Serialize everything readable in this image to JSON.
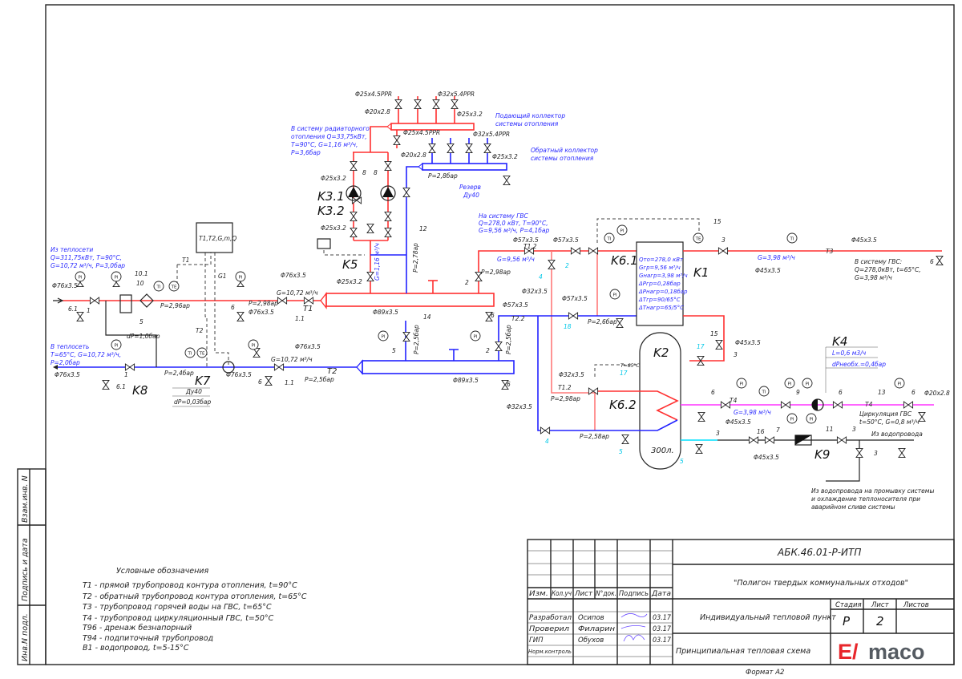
{
  "symbols": {
    "pi": "PI",
    "ti": "TI",
    "te": "TE"
  },
  "diagram": {
    "from_network": [
      "Из теплосети",
      "Q=311,75кВт, T=90°C,",
      "G=10,72 м³/ч, P=3,0бар"
    ],
    "to_network": [
      "В теплосеть",
      "T=65°C, G=10,72 м³/ч,",
      "P=2,0бар"
    ],
    "radiator": [
      "В систему радиаторного",
      "отопления Q=33,75кВт,",
      "T=90°C, G=1,16 м³/ч,",
      "P=3,6бар"
    ],
    "gvs_supply": [
      "На систему ГВС",
      "Q=278,0 кВт, T=90°C,",
      "G=9,56 м³/ч, P=4,1бар"
    ],
    "gvs_out": [
      "В систему ГВС:",
      "Q=278,0кВт, t=65°C,",
      "G=3,98 м³/ч"
    ],
    "circulation": [
      "Циркуляция ГВС",
      "t=50°C, G=0,8 м³/ч"
    ],
    "water_in": "Из водопровода",
    "flush_note": [
      "Из водопровода на промывку системы",
      "и охлаждение теплоносителя при",
      "аварийном сливе системы"
    ],
    "supply_collector": [
      "Подающий коллектор",
      "системы отопления"
    ],
    "return_collector": [
      "Обратный коллектор",
      "системы отопления"
    ],
    "reserve": [
      "Резерв",
      "Ду40"
    ],
    "k1_params": [
      "Qто=278,0 кВт",
      "Gгр=9,56 м³/ч",
      "Gнагр=3,98 м³/ч",
      "ΔPгр=0,28бар",
      "ΔPнагр=0,18бар",
      "ΔTгр=90/65°C",
      "ΔTнагр=65/5°C"
    ],
    "k4_params": [
      "L=0,6 м3/ч",
      "dPнеобх.=0,4бар"
    ],
    "k7_params": [
      "Ду40",
      "dP=0,03бар"
    ],
    "meter_box": "T1,T2,G,m,Q",
    "tank_volume": "300л.",
    "tags": {
      "k1": "K1",
      "k2": "K2",
      "k31": "K3.1",
      "k32": "K3.2",
      "k4": "K4",
      "k5": "K5",
      "k61": "K6.1",
      "k62": "K6.2",
      "k7": "K7",
      "k8": "K8",
      "k9": "K9"
    },
    "pipes": {
      "d76": "Φ76x3.5",
      "d89": "Φ89x3.5",
      "d57": "Φ57x3.5",
      "d45": "Φ45x3.5",
      "d32": "Φ32x3.5",
      "d25": "Φ25x3.2",
      "d20": "Φ20x2.8",
      "d25ppr": "Φ25x4.5PPR",
      "d32ppr": "Φ32x5.4PPR"
    },
    "flows": {
      "g1072": "G=10,72 м³/ч",
      "g956": "G=9,56 м³/ч",
      "g398": "G=3,98 м³/ч",
      "g116": "G=1,16 м³/ч"
    },
    "pressures": {
      "p298": "P=2,98ар",
      "p298b": "P=2,98ар",
      "p24": "P=2,4бар",
      "p25": "P=2,5бар",
      "p28": "P=2,8бар",
      "p278": "P=2,78ар",
      "p296": "P=2,96ар",
      "p26": "P=2,6бар",
      "p25b": "P=2,5бар",
      "p298c": "P=2,98ар",
      "p258": "P=2,58ар",
      "p25c": "P=2,5бар",
      "p25d": "P=2,5бар",
      "dp10": "dP=1,0бар",
      "t65": "T=65°C"
    },
    "lines": {
      "t1": "T1",
      "t2": "T2",
      "t3": "T3",
      "t4": "T4",
      "t12": "T1.2",
      "t22": "T2.2",
      "g1": "G1",
      "t1d": "T1",
      "t2d": "T2",
      "t12b": "T1.2",
      "t4b": "T4"
    },
    "pos": {
      "n1": "1",
      "n11": "1.1",
      "n61": "6.1",
      "n10": "10",
      "n101": "10.1",
      "n5": "5",
      "n6": "6",
      "n2": "2",
      "n3": "3",
      "n4": "4",
      "n7": "7",
      "n9": "9",
      "n11b": "11",
      "n12": "12",
      "n13": "13",
      "n14": "14",
      "n15": "15",
      "n16": "16",
      "n17": "17",
      "n18": "18",
      "n8": "8"
    }
  },
  "legend": {
    "title": "Условные обозначения",
    "items": [
      "T1 - прямой трубопровод контура отопления, t=90°C",
      "T2 - обратный трубопровод контура отопления, t=65°C",
      "T3 - трубопровод горячей воды на ГВС, t=65°C",
      "T4 - трубопровод циркуляционный ГВС, t=50°C",
      "T96 - дренаж безнапорный",
      "T94 - подпиточный трубопровод",
      "B1 - водопровод, t=5-15°C"
    ]
  },
  "side_stamp": [
    "Взам.инв. N",
    "Подпись и дата",
    "Инв.N подл."
  ],
  "title_block": {
    "code": "АБК.46.01-Р-ИТП",
    "project": "\"Полигон твердых коммунальных отходов\"",
    "object": "Индивидуальный тепловой пункт",
    "sheet_name": "Принципиальная тепловая схема",
    "headers": [
      "Изм.",
      "Кол.уч",
      "Лист",
      "N°док.",
      "Подпись",
      "Дата"
    ],
    "stage_header": "Стадия",
    "sheet_header": "Лист",
    "sheets_header": "Листов",
    "stage": "Р",
    "sheet": "2",
    "roles": [
      {
        "role": "Разработал",
        "name": "Осипов",
        "date": "03.17"
      },
      {
        "role": "Проверил",
        "name": "Филарин",
        "date": "03.17"
      },
      {
        "role": "ГИП",
        "name": "Обухов",
        "date": "03.17"
      },
      {
        "role": "Норм.контроль",
        "name": "",
        "date": ""
      }
    ],
    "logo": "Elmaco",
    "format": "Формат А2"
  },
  "colors": {
    "supply": "#ff3030",
    "return": "#2222ff",
    "circulation": "#ff33ff",
    "cold": "#00e0ff",
    "logo_red": "#e8262b",
    "logo_gray": "#555b62"
  }
}
